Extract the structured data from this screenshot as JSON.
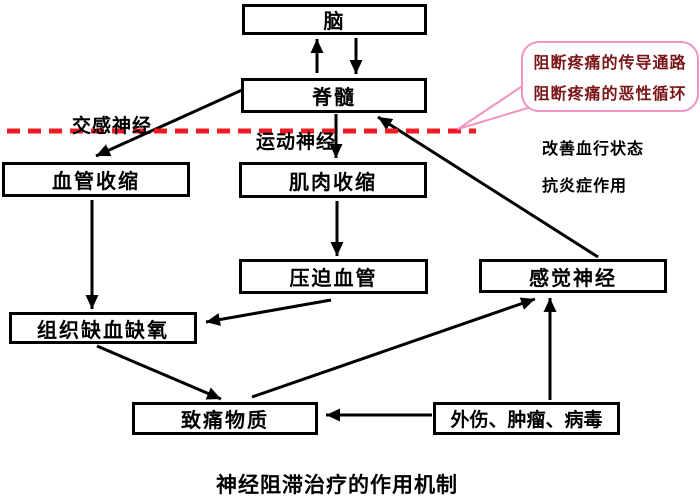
{
  "caption": "神经阻滞治疗的作用机制",
  "nodes": {
    "brain": "脑",
    "spinal_cord": "脊髓",
    "vasoconstriction": "血管收缩",
    "muscle_contraction": "肌肉收缩",
    "vessel_compression": "压迫血管",
    "sensory_nerve": "感觉神经",
    "tissue_ischemia": "组织缺血缺氧",
    "pain_substances": "致痛物质",
    "trauma_tumor_virus": "外伤、肿瘤、病毒"
  },
  "labels": {
    "sympathetic_nerve": "交感神经",
    "motor_nerve": "运动神经",
    "improve_blood_flow": "改善血行状态",
    "anti_inflammation": "抗炎症作用"
  },
  "callout": {
    "line1": "阻断疼痛的传导通路",
    "line2": "阻断疼痛的恶性循环"
  },
  "colors": {
    "barrier_line": "#ed1c24",
    "callout_border": "#f093c0",
    "callout_text": "#7b1518",
    "arrow": "#000000",
    "node_border": "#000000"
  }
}
